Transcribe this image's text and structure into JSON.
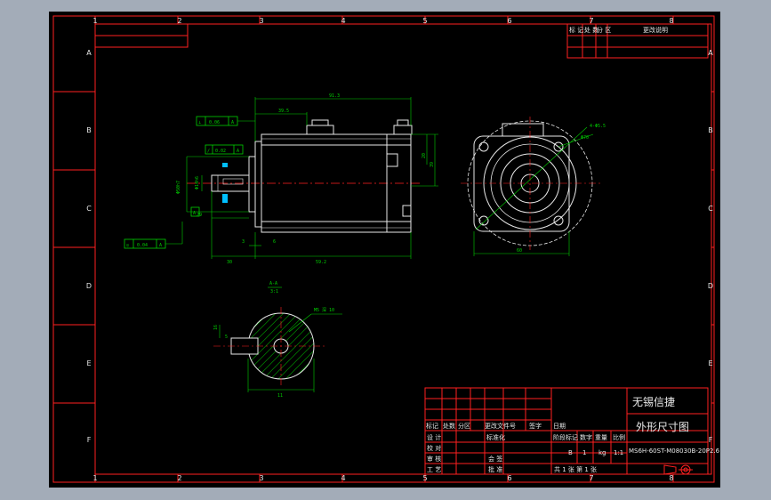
{
  "zone_labels": {
    "columns": [
      "1",
      "2",
      "3",
      "4",
      "5",
      "6",
      "7",
      "8"
    ],
    "rows": [
      "A",
      "B",
      "C",
      "D",
      "E",
      "F"
    ]
  },
  "revision_block": {
    "headers": [
      "标 记",
      "处 数",
      "分 区",
      "更改说明"
    ]
  },
  "dimensions": {
    "length_total": "91.3",
    "body_offset": "39.5",
    "width_block": "39.5",
    "shaft_dia": "Φ14h6",
    "pilot_dia": "Φ50h7",
    "shaft_len": "29",
    "flange_gap": "3",
    "flange_thk": "6",
    "shaft_ext": "30",
    "body_len": "59.2",
    "hole_dia": "4-Φ5.5",
    "pcd": "Φ70",
    "square": "60",
    "side_h": "20",
    "side_h2": "39",
    "key_h": "16",
    "key_w": "5",
    "key_len": "11",
    "tap": "M5 深 10",
    "section_label": "A-A",
    "section_scale": "3:1",
    "flat_label": "A"
  },
  "tolerances": {
    "runout": {
      "symbol": "⊥",
      "value": "0.06",
      "datum": "A"
    },
    "flatness": {
      "symbol": "/",
      "value": "0.02",
      "datum": "A"
    },
    "concentric": {
      "symbol": "◎",
      "value": "0.04",
      "datum": "A"
    },
    "datum": "A"
  },
  "title_block": {
    "company": "无锡信捷",
    "drawing_title": "外形尺寸图",
    "drawing_number": "MS6H-60ST-M08030B-20P2.6",
    "header_cells": [
      "标记",
      "处数",
      "分区",
      "更改文件号",
      "签字",
      "日期"
    ],
    "left_rows": [
      {
        "label": "设 计",
        "mid": "标准化"
      },
      {
        "label": "校 对",
        "mid": ""
      },
      {
        "label": "审 核",
        "mid": "会 签"
      },
      {
        "label": "工 艺",
        "mid": "批 准"
      }
    ],
    "stage_headers": [
      "阶段标记",
      "数字",
      "重量",
      "比例"
    ],
    "stage_values": [
      "B",
      "1",
      "kg",
      "1:1"
    ],
    "sheet": "共 1 张 第 1 张"
  }
}
